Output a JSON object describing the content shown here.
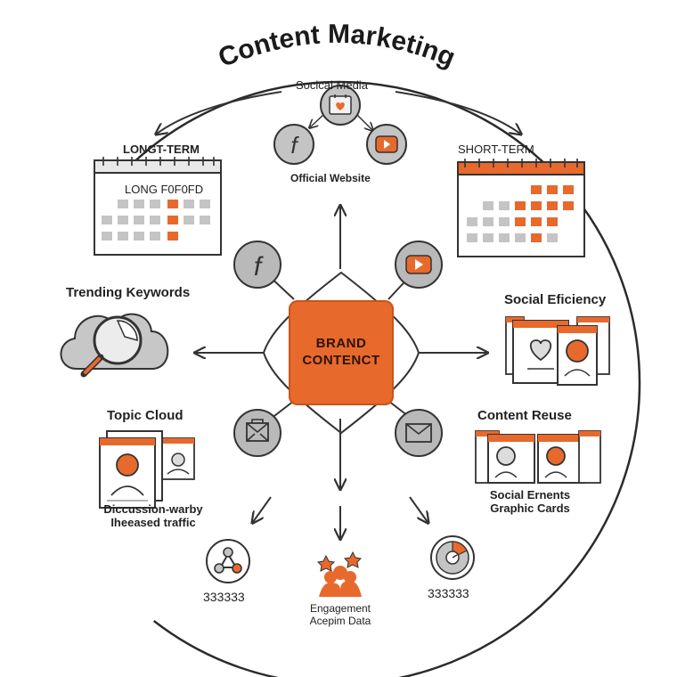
{
  "title": "Content Marketing",
  "top": {
    "social_media": "Socical Media",
    "official_website": "Official Website"
  },
  "calendars": {
    "long_term_heading": "LONGT-TERM",
    "long_term_inner": "LONG F0F0FD",
    "short_term_heading": "SHORT-TERM"
  },
  "center": {
    "line1": "BRAND",
    "line2": "CONTENCT"
  },
  "left": {
    "trending_keywords": "Trending Keywords",
    "topic_cloud": "Topic Cloud",
    "topic_caption_1": "Diccussion-warby",
    "topic_caption_2": "Iheeased traffic"
  },
  "right": {
    "social_efficiency": "Social Eficiency",
    "content_reuse": "Content Reuse",
    "reuse_caption_1": "Social Ernents",
    "reuse_caption_2": "Graphic Cards"
  },
  "bottom": {
    "left_value": "333333",
    "center_caption_1": "Engagement",
    "center_caption_2": "Acepim Data",
    "right_value": "333333"
  },
  "colors": {
    "accent": "#e8692c",
    "icon_fill": "#b9b9b9",
    "line": "#333333",
    "grid_gray": "#b8b8b8"
  },
  "icons": [
    "facebook-icon",
    "youtube-icon",
    "mail-icon",
    "envelope-icon",
    "calendar-icon",
    "magnifier-cloud-icon",
    "profile-cards-icon",
    "network-icon",
    "people-icon",
    "pie-chart-icon"
  ]
}
